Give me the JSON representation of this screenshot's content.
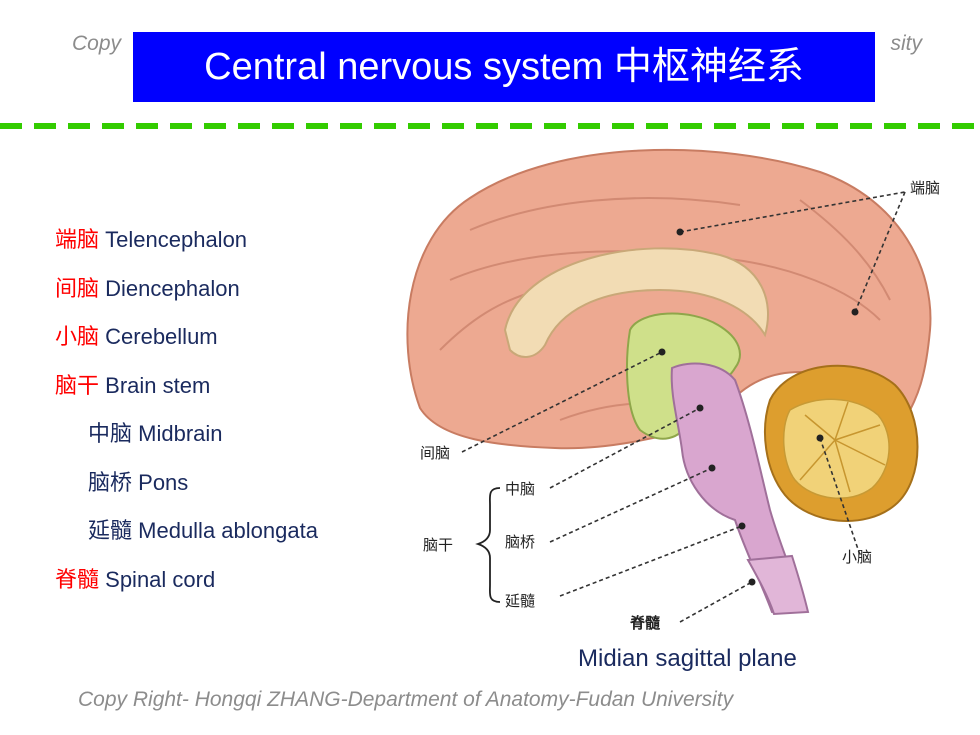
{
  "header": {
    "watermark_left": "Copy",
    "watermark_right": "sity",
    "title": "Central nervous system 中枢神经系"
  },
  "legend": [
    {
      "zh": "端脑",
      "en": "Telencephalon",
      "sub": false
    },
    {
      "zh": "间脑",
      "en": "Diencephalon",
      "sub": false
    },
    {
      "zh": "小脑",
      "en": "Cerebellum",
      "sub": false
    },
    {
      "zh": "脑干",
      "en": "Brain stem",
      "sub": false
    },
    {
      "zh": "中脑",
      "en": "Midbrain",
      "sub": true
    },
    {
      "zh": "脑桥",
      "en": "Pons",
      "sub": true
    },
    {
      "zh": "延髓",
      "en": "Medulla ablongata",
      "sub": true
    },
    {
      "zh": "脊髓",
      "en": "Spinal cord",
      "sub": false
    }
  ],
  "diagram": {
    "labels": {
      "telencephalon": "端脑",
      "diencephalon": "间脑",
      "midbrain": "中脑",
      "brainstem": "脑干",
      "pons": "脑桥",
      "medulla": "延髓",
      "cerebellum": "小脑",
      "spinal_cord": "脊髓"
    },
    "caption": "Midian sagittal plane"
  },
  "footer": {
    "copyright": "Copy Right- Hongqi ZHANG-Department of Anatomy-Fudan University"
  },
  "colors": {
    "title_bg": "#0000ff",
    "title_text": "#ffffff",
    "accent_red": "#ff0000",
    "text_navy": "#1a2a5e",
    "divider_green": "#33cc00",
    "watermark_gray": "#8c8c8c"
  }
}
